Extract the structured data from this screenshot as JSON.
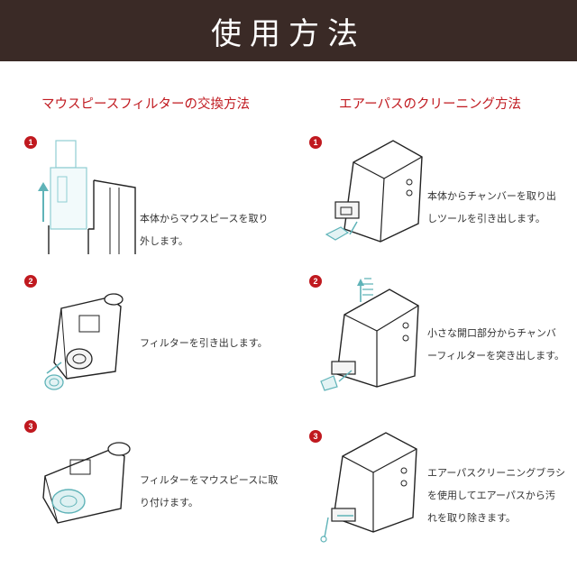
{
  "header": {
    "title": "使用方法"
  },
  "colors": {
    "header_bg": "#3a2a26",
    "accent_red": "#c0191f",
    "arrow_teal": "#5fb3b8"
  },
  "left": {
    "title": "マウスピースフィルターの交換方法",
    "steps": [
      {
        "num": "1",
        "lines": [
          "本体からマウスピースを取り",
          "外します。"
        ]
      },
      {
        "num": "2",
        "lines": [
          "フィルターを引き出します。"
        ]
      },
      {
        "num": "3",
        "lines": [
          "フィルターをマウスピースに取",
          "り付けます。"
        ]
      }
    ]
  },
  "right": {
    "title": "エアーパスのクリーニング方法",
    "steps": [
      {
        "num": "1",
        "lines": [
          "本体からチャンバーを取り出",
          "しツールを引き出します。"
        ]
      },
      {
        "num": "2",
        "lines": [
          "小さな開口部分からチャンバ",
          "ーフィルターを突き出します。"
        ]
      },
      {
        "num": "3",
        "lines": [
          "エアーパスクリーニングブラシ",
          "を使用してエアーパスから汚",
          "れを取り除きます。"
        ]
      }
    ]
  }
}
